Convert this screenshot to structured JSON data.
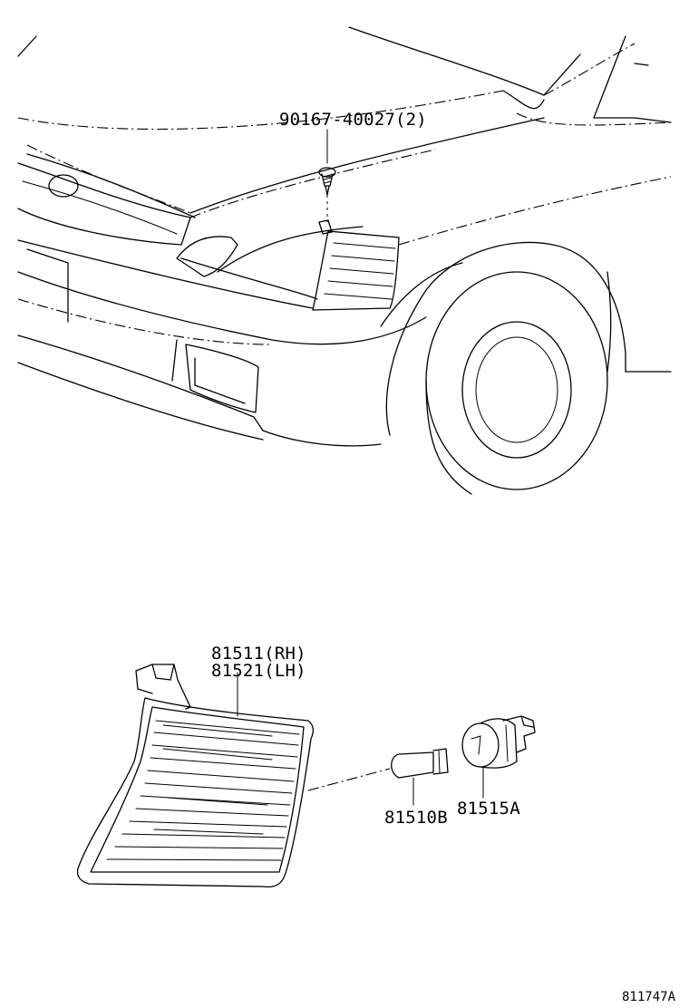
{
  "labels": {
    "screw_part": "90167-40027(2)",
    "lamp_rh": "81511(RH)",
    "lamp_lh": "81521(LH)",
    "bulb": "81510B",
    "socket": "81515A",
    "diagram_id": "811747A"
  }
}
